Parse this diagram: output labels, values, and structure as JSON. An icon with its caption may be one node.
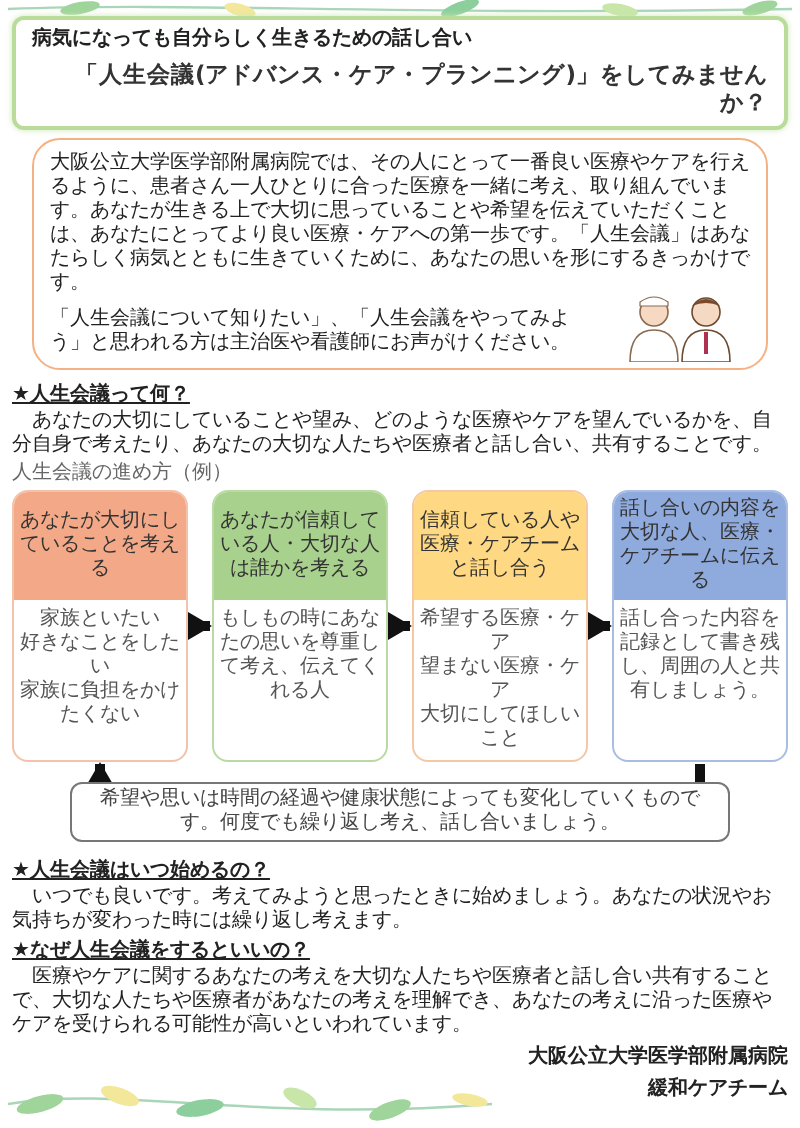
{
  "diagram": {
    "title": "病気になっても自分らしく生きるための話し合い",
    "nodes": [
      {
        "text": [
          "「人生会議(アドバンス・ケア・プランニング)」をしてみませんか？"
        ]
      },
      {
        "text": [
          "大阪公立大学医学部附属病院では、その人にとって一番良い医療やケアを行えるように、患者さん一人ひとりに合った医療を一緒に考え、取り組んでいます。あなたが生きる上で大切に思っていることや希望を伝えていただくことは、あなたにとってより良い医療・ケアへの第一歩です。「人生会議」はあなたらしく病気とともに生きていくために、あなたの思いを形にするきっかけです。",
          "「人生会議について知りたい」、「人生会議をやってみよう」と思われる方は主治医や看護師にお声がけください。"
        ]
      },
      {
        "text": [
          "あなたが大切にしていることを考える",
          "家族といたい",
          "好きなことをしたい",
          "家族に負担をかけたくない"
        ]
      },
      {
        "text": [
          "あなたが信頼している人・大切な人は誰かを考える",
          "もしもの時にあなたの思いを尊重して考え、伝えてくれる人"
        ]
      },
      {
        "text": [
          "信頼している人や医療・ケアチームと話し合う",
          "希望する医療・ケア",
          "望まない医療・ケア",
          "大切にしてほしいこと"
        ]
      },
      {
        "text": [
          "話し合いの内容を大切な人、医療・ケアチームに伝える",
          "話し合った内容を記録として書き残し、周囲の人と共有しましょう。"
        ]
      }
    ],
    "edges": [
      {
        "from": 2,
        "to": 3,
        "arrow": "to"
      },
      {
        "from": 3,
        "to": 4,
        "arrow": "to"
      },
      {
        "from": 4,
        "to": 5,
        "arrow": "to"
      },
      {
        "from": 5,
        "to": 2,
        "arrow": "to",
        "label": "希望や思いは時間の経過や健康状態によっても変化していくものです。何度でも繰り返し考え、話し合いましょう。"
      }
    ],
    "labels": [
      "★人生会議って何？",
      "あなたの大切にしていることや望み、どのような医療やケアを望んでいるかを、自分自身で考えたり、あなたの大切な人たちや医療者と話し合い、共有することです。",
      "人生会議の進め方（例）",
      "★人生会議はいつ始めるの？",
      "いつでも良いです。考えてみようと思ったときに始めましょう。あなたの状況やお気持ちが変わった時には繰り返し考えます。",
      "★なぜ人生会議をするといいの？",
      "医療やケアに関するあなたの考えを大切な人たちや医療者と話し合い共有することで、大切な人たちや医療者があなたの考えを理解でき、あなたの考えに沿った医療やケアを受けられる可能性が高いといわれています。",
      "大阪公立大学医学部附属病院",
      "緩和ケアチーム"
    ]
  }
}
